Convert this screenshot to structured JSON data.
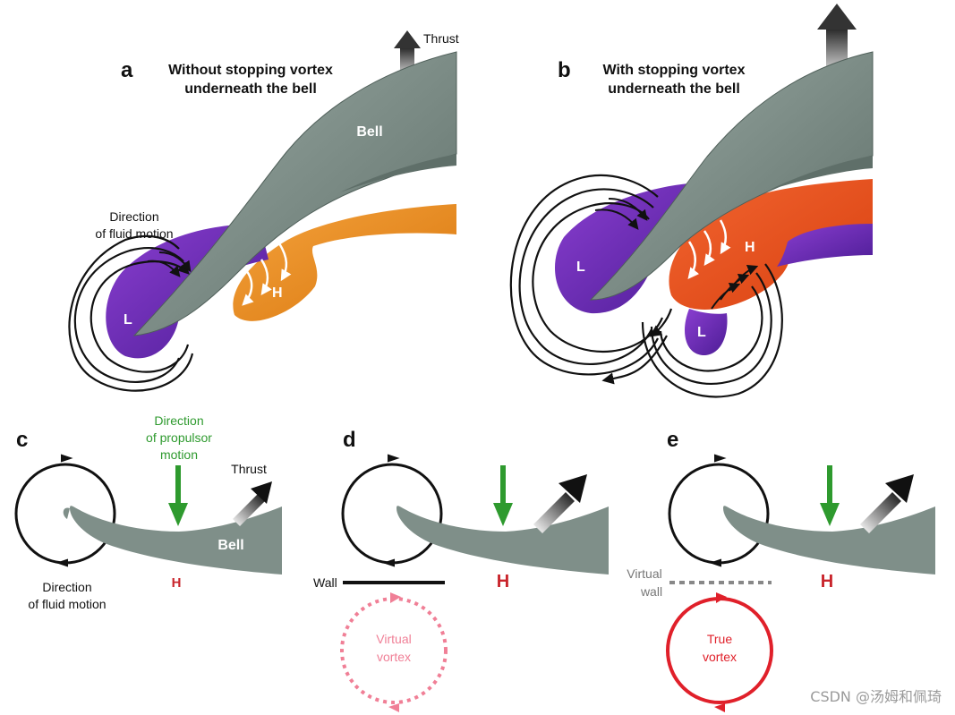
{
  "panels": {
    "a": {
      "letter": "a",
      "title_line1": "Without stopping vortex",
      "title_line2": "underneath the bell",
      "thrust": "Thrust",
      "bell": "Bell",
      "dir_line1": "Direction",
      "dir_line2": "of fluid motion",
      "low": "L",
      "high": "H"
    },
    "b": {
      "letter": "b",
      "title_line1": "With stopping vortex",
      "title_line2": "underneath the bell",
      "low": "L",
      "high": "H",
      "low2": "L"
    },
    "c": {
      "letter": "c",
      "prop_line1": "Direction",
      "prop_line2": "of propulsor",
      "prop_line3": "motion",
      "thrust": "Thrust",
      "bell": "Bell",
      "high": "H",
      "dir_line1": "Direction",
      "dir_line2": "of fluid motion"
    },
    "d": {
      "letter": "d",
      "wall": "Wall",
      "high": "H",
      "virtual_line1": "Virtual",
      "virtual_line2": "vortex"
    },
    "e": {
      "letter": "e",
      "vwall_line1": "Virtual",
      "vwall_line2": "wall",
      "high": "H",
      "true_line1": "True",
      "true_line2": "vortex"
    }
  },
  "watermark": "CSDN @汤姆和佩琦",
  "colors": {
    "bell": "#7f8f89",
    "purple": "#6a2fb0",
    "orange": "#e88c1e",
    "red_orange": "#e8511f",
    "green": "#2e9a2e",
    "red": "#e0202a",
    "pink": "#f07f96"
  }
}
